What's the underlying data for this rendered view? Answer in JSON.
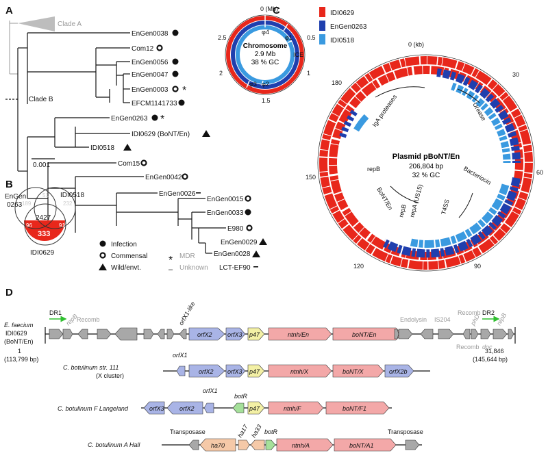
{
  "panels": {
    "a": "A",
    "b": "B",
    "c": "C",
    "d": "D"
  },
  "tree": {
    "clade_a": "Clade A",
    "clade_b": "Clade B",
    "scale": "0.001",
    "taxa": [
      {
        "name": "EnGen0038",
        "sym": "infection"
      },
      {
        "name": "Com12",
        "sym": "commensal"
      },
      {
        "name": "EnGen0056",
        "sym": "infection"
      },
      {
        "name": "EnGen0047",
        "sym": "infection"
      },
      {
        "name": "EnGen0003",
        "sym": "commensal",
        "mdr": "*"
      },
      {
        "name": "EFCM1141733",
        "sym": "infection"
      },
      {
        "name": "EnGen0263",
        "sym": "infection",
        "mdr": "*",
        "color": "#1f3fae"
      },
      {
        "name": "IDI0629 (BoNT/En)",
        "sym": "wild",
        "color": "#e8271b"
      },
      {
        "name": "IDI0518",
        "sym": "wild",
        "color": "#3a9ae0"
      },
      {
        "name": "Com15",
        "sym": "commensal"
      },
      {
        "name": "EnGen0042",
        "sym": "commensal"
      },
      {
        "name": "EnGen0026",
        "sym": "unknown"
      },
      {
        "name": "EnGen0015",
        "sym": "commensal"
      },
      {
        "name": "EnGen0033",
        "sym": "infection"
      },
      {
        "name": "E980",
        "sym": "commensal"
      },
      {
        "name": "EnGen0029",
        "sym": "wild"
      },
      {
        "name": "EnGen0028",
        "sym": "wild"
      },
      {
        "name": "LCT-EF90",
        "sym": "unknown"
      }
    ],
    "legend": {
      "infection": "Infection",
      "commensal": "Commensal",
      "wild": "Wild/envt.",
      "mdr_sym": "*",
      "mdr": "MDR",
      "unknown_sym": "–",
      "unknown": "Unknown"
    }
  },
  "venn": {
    "set_a": "EnGen\n0263",
    "set_a_l1": "EnGen",
    "set_a_l2": "0263",
    "set_b": "IDI0518",
    "set_c": "IDI0629",
    "center": "2427",
    "unique_c": "333",
    "faint_ab": "51",
    "faint_a": "189",
    "faint_b": "232",
    "faint_ac": "96",
    "faint_bc": "91",
    "colors": {
      "a": "#1f3fae",
      "b": "#3a9ae0",
      "c": "#e8271b"
    }
  },
  "chromosome": {
    "title": "Chromosome",
    "size": "2.9 Mb",
    "gc": "38 % GC",
    "unit": "0 (Mb)",
    "ticks": [
      "0.5",
      "1",
      "1.5",
      "2",
      "2.5"
    ],
    "features": [
      "φ1",
      "φ2",
      "φ3",
      "φ4",
      "ICE"
    ]
  },
  "plasmid": {
    "title": "Plasmid pBoNT/En",
    "size": "206,804 bp",
    "gc": "32 % GC",
    "unit": "0 (kb)",
    "ticks": [
      "30",
      "60",
      "90",
      "120",
      "150",
      "180"
    ],
    "features": [
      "IgA proteases",
      "Urease",
      "repB",
      "Bacteriocin",
      "BoNT/En",
      "repA (US15)",
      "T4SS",
      "repB"
    ]
  },
  "legend_c": [
    {
      "label": "IDI0629",
      "color": "#e8271b"
    },
    {
      "label": "EnGen0263",
      "color": "#1f3fae"
    },
    {
      "label": "IDI0518",
      "color": "#3a9ae0"
    }
  ],
  "panel_d": {
    "row1": {
      "species": "E. faecium",
      "strain": "IDI0629",
      "toxin": "(BoNT/En)",
      "left_coord": "1",
      "left_bp": "(113,799 bp)",
      "right_coord": "31,846",
      "right_bp": "(145,644 bp)",
      "dr1": "DR1",
      "dr2": "DR2",
      "top_labels": [
        "repB",
        "Recomb",
        "orfX1-like",
        "Endolysin",
        "IS204",
        "Recomb",
        "phD",
        "repB"
      ],
      "bottom_labels": [
        "Recomb",
        "doc"
      ],
      "genes": [
        "orfX2",
        "orfX3",
        "p47",
        "ntnh/En",
        "boNT/En"
      ]
    },
    "row2": {
      "name": "C. botulinum str. 111",
      "sub": "(X cluster)",
      "top_labels": [
        "orfX1"
      ],
      "genes": [
        "orfX2",
        "orfX3",
        "p47",
        "ntnh/X",
        "boNT/X",
        "orfX2b"
      ]
    },
    "row3": {
      "name": "C. botulinum F Langeland",
      "top_labels": [
        "orfX1",
        "botR"
      ],
      "genes": [
        "orfX3",
        "orfX2",
        "p47",
        "ntnh/F",
        "boNT/F1"
      ]
    },
    "row4": {
      "name": "C. botulinum A Hall",
      "top_labels": [
        "Transposase",
        "ha17",
        "ha33",
        "botR",
        "Transposase"
      ],
      "genes": [
        "ha70",
        "ntnh/A",
        "boNT/A1"
      ]
    }
  },
  "colors": {
    "red": "#e8271b",
    "blue": "#1f3fae",
    "lightblue": "#3a9ae0",
    "orfx": "#a9b4e6",
    "p47": "#f3f0a5",
    "ntnh": "#f3a8a8",
    "ha": "#f5c9a8",
    "botr": "#a5e09a",
    "grey": "#a8a8a8"
  }
}
